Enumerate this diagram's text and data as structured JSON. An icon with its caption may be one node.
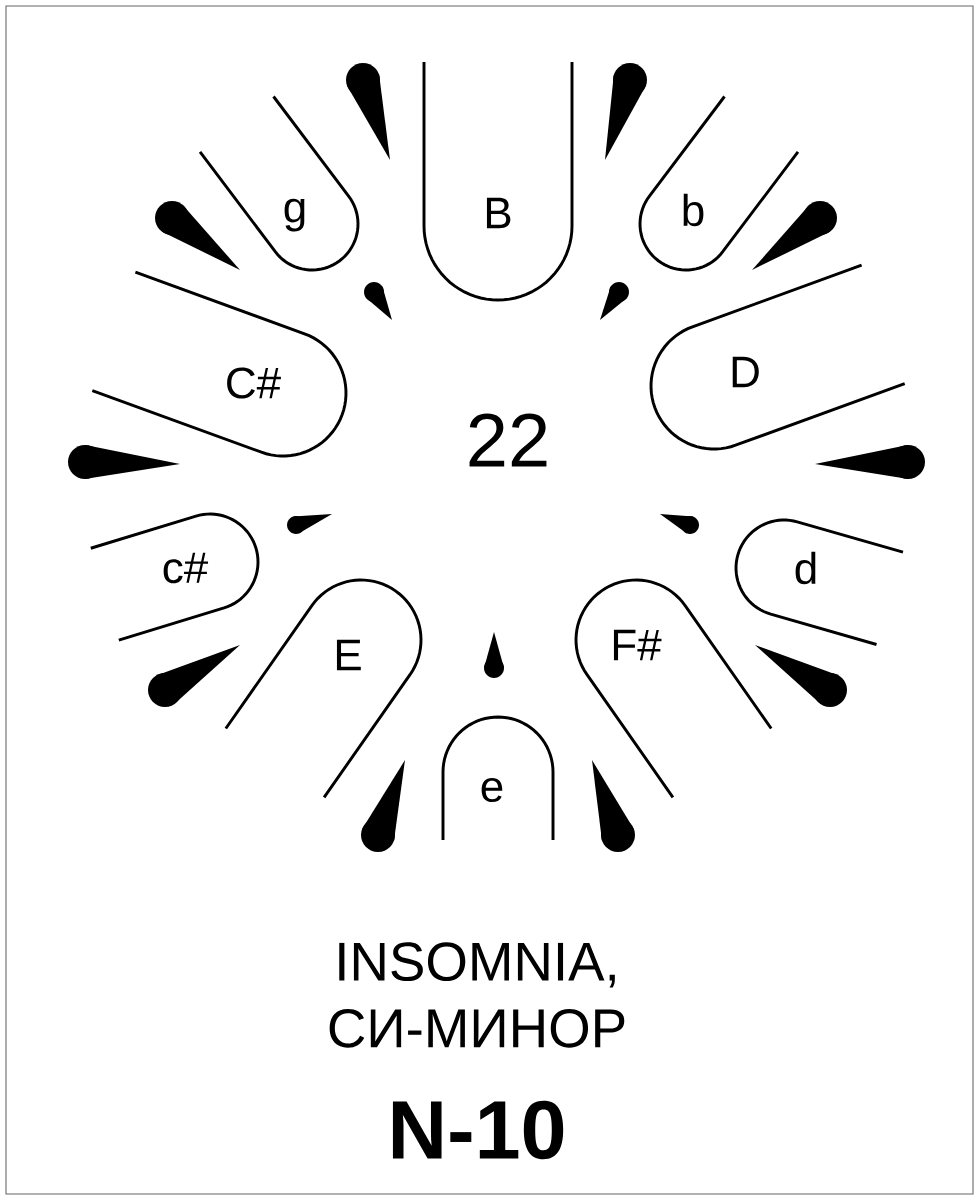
{
  "diagram": {
    "nodes": [
      {
        "text": [
          "g"
        ]
      },
      {
        "text": [
          "B"
        ]
      },
      {
        "text": [
          "b"
        ]
      },
      {
        "text": [
          "C#"
        ]
      },
      {
        "text": [
          "D"
        ]
      },
      {
        "text": [
          "c#"
        ]
      },
      {
        "text": [
          "d"
        ]
      },
      {
        "text": [
          "E"
        ]
      },
      {
        "text": [
          "F#"
        ]
      },
      {
        "text": [
          "e"
        ]
      }
    ],
    "labels": [
      "22",
      "INSOMNIA, СИ-МИНОР",
      "N-10"
    ]
  }
}
